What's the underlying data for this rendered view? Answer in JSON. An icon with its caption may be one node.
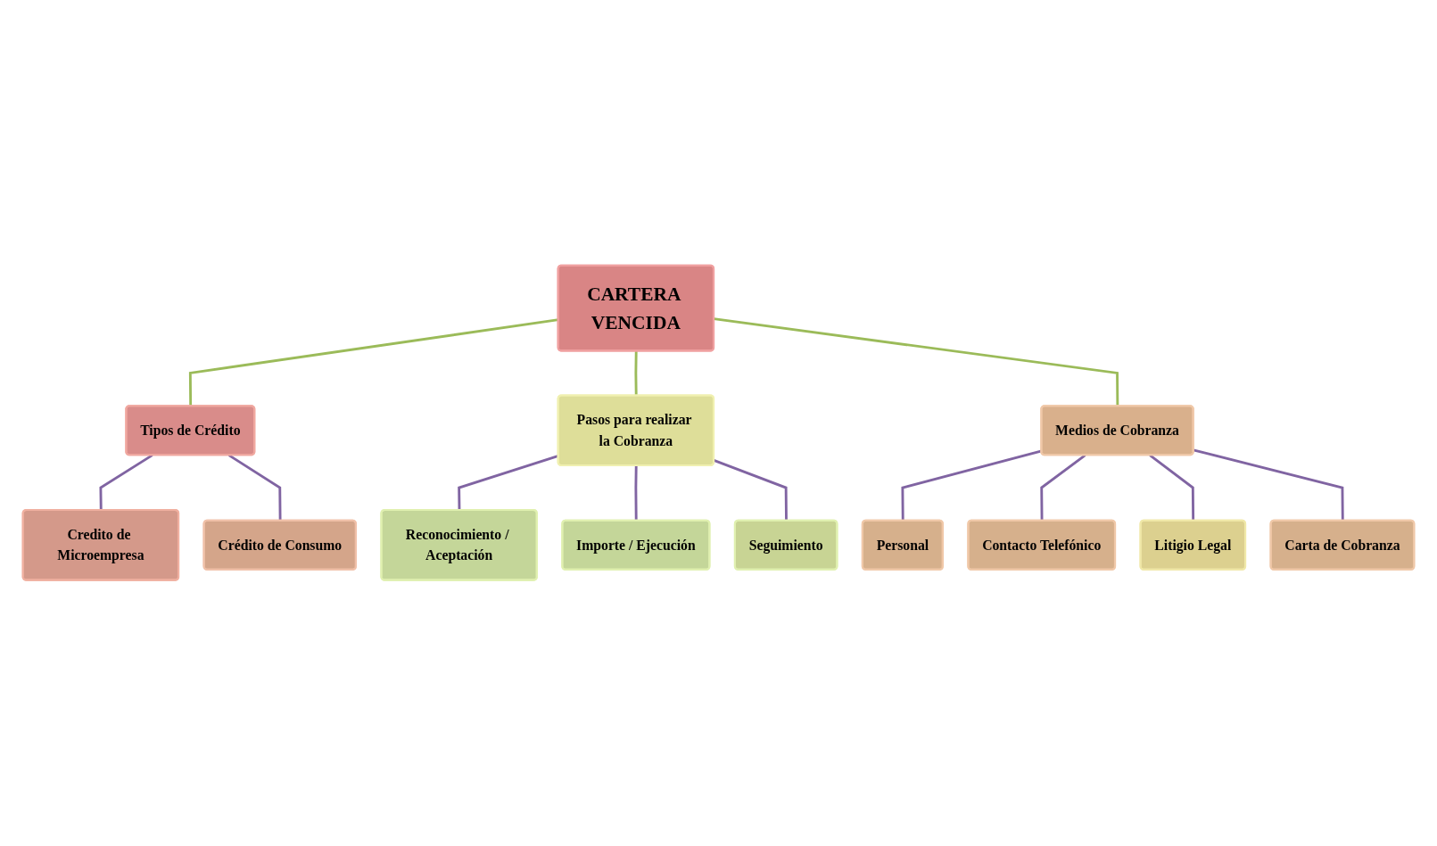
{
  "diagram": {
    "nodes": [
      {
        "text": [
          "CARTERA VENCIDA"
        ]
      },
      {
        "text": [
          "Tipos de Crédito"
        ]
      },
      {
        "text": [
          "Credito de Microempresa"
        ]
      },
      {
        "text": [
          "Crédito de Consumo"
        ]
      },
      {
        "text": [
          "Pasos para realizar la Cobranza"
        ]
      },
      {
        "text": [
          "Reconocimiento / Aceptación"
        ]
      },
      {
        "text": [
          "Importe / Ejecución"
        ]
      },
      {
        "text": [
          "Seguimiento"
        ]
      },
      {
        "text": [
          "Medios de Cobranza"
        ]
      },
      {
        "text": [
          "Personal"
        ]
      },
      {
        "text": [
          "Contacto Telefónico"
        ]
      },
      {
        "text": [
          "Litigio Legal"
        ]
      },
      {
        "text": [
          "Carta de Cobranza"
        ]
      }
    ],
    "edges": [
      {
        "from": 0,
        "to": 1,
        "arrow": "none",
        "color": "#9bbb59"
      },
      {
        "from": 1,
        "to": 2,
        "arrow": "none"
      },
      {
        "from": 1,
        "to": 3,
        "arrow": "none"
      },
      {
        "from": 0,
        "to": 4,
        "arrow": "none",
        "color": "#9bbb59"
      },
      {
        "from": 4,
        "to": 5,
        "arrow": "none"
      },
      {
        "from": 4,
        "to": 6,
        "arrow": "none"
      },
      {
        "from": 4,
        "to": 7,
        "arrow": "none"
      },
      {
        "from": 0,
        "to": 8,
        "arrow": "none",
        "color": "#9bbb59"
      },
      {
        "from": 8,
        "to": 9,
        "arrow": "none"
      },
      {
        "from": 8,
        "to": 10,
        "arrow": "none"
      },
      {
        "from": 8,
        "to": 11,
        "arrow": "none"
      },
      {
        "from": 8,
        "to": 12,
        "arrow": "none"
      }
    ]
  }
}
